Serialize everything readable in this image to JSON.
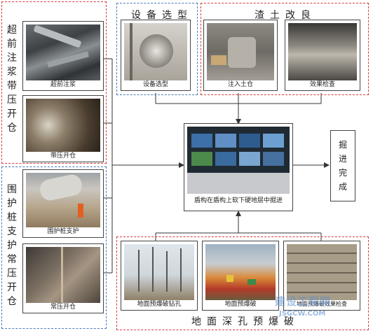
{
  "groups": {
    "pregrout_title": "超前注浆带压开仓",
    "pile_title": "围护桩支护常压开仓",
    "equipment_title": "设备选型",
    "soil_title": "渣土改良",
    "blasting_title": "地面深孔预爆破"
  },
  "cards": {
    "advance_grouting": "超前注浆",
    "pressurized_opening": "带压开仓",
    "pile_support": "围护桩支护",
    "normal_opening": "常压开仓",
    "equipment_selection": "设备选型",
    "inject_soil_chamber": "注入土仓",
    "effect_check": "效果检查",
    "center": "盾构在盾构上软下硬地层中掘进",
    "drilling": "地面预爆破钻孔",
    "pre_blasting": "地面预爆破",
    "blasting_effect": "地面预爆破效果检查"
  },
  "result": "掘进完成",
  "watermark": {
    "line1": "建设工程网",
    "line2": "JSGCW.COM"
  },
  "colors": {
    "red_border": "#d83a3a",
    "blue_border": "#4a7ab8"
  }
}
